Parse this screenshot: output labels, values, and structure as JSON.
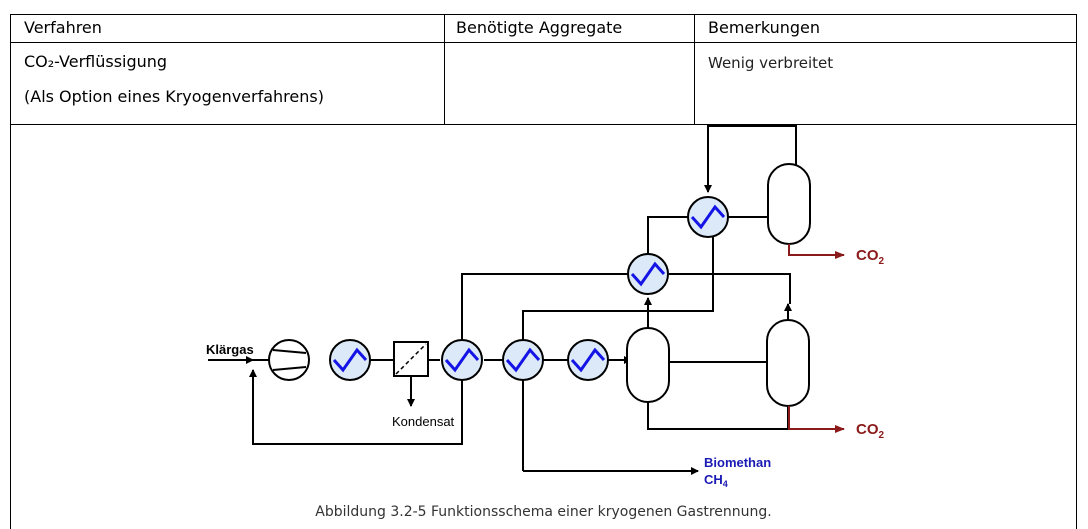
{
  "table": {
    "headers": [
      "Verfahren",
      "Benötigte Aggregate",
      "Bemerkungen"
    ],
    "row": {
      "verfahren_line1": "CO₂-Verflüssigung",
      "verfahren_line2": "(Als Option eines Kryogenverfahrens)",
      "aggregate": "",
      "bemerkungen": "Wenig verbreitet"
    }
  },
  "diagram": {
    "input_label": "Klärgas",
    "condensate_label": "Kondensat",
    "co2_top_label": "CO",
    "co2_top_sub": "2",
    "co2_bottom_label": "CO",
    "co2_bottom_sub": "2",
    "biomethan_label": "Biomethan",
    "ch4_label": "CH",
    "ch4_sub": "4",
    "colors": {
      "heat_exchanger_fill": "#dbe9f8",
      "heat_exchanger_zigzag": "#1414e6",
      "co2_arrow": "#8b1a1a",
      "biomethan_text": "#1a1ab4"
    }
  },
  "caption": "Abbildung 3.2-5 Funktionsschema einer kryogenen Gastrennung."
}
